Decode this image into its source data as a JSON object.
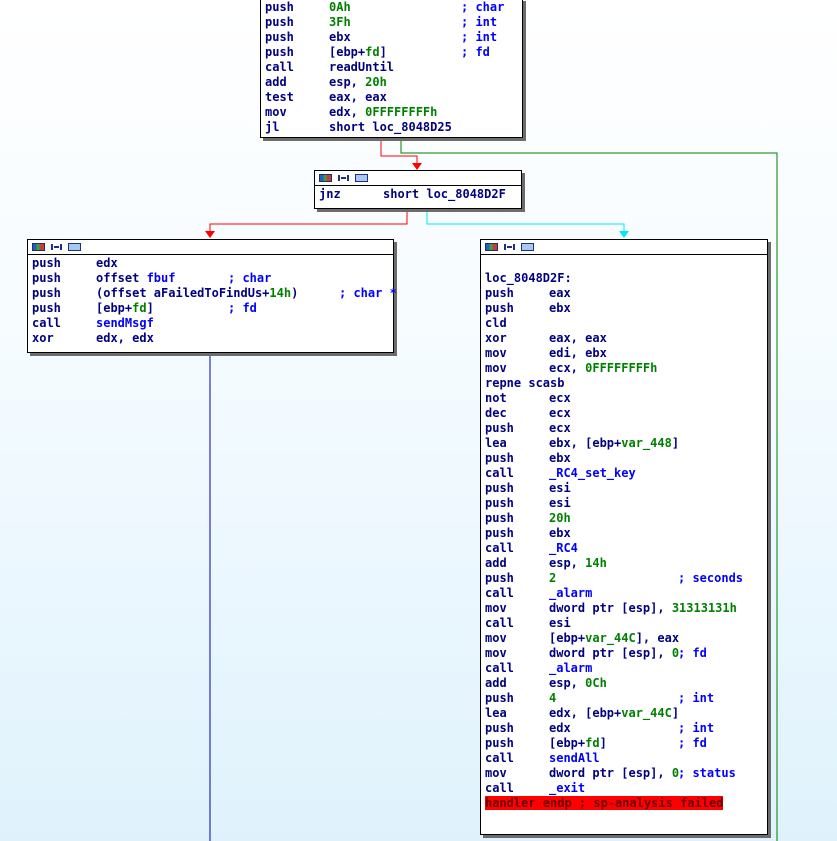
{
  "colors": {
    "red_edge": "#ff0000",
    "green_edge": "#008000",
    "cyan_edge": "#00ffff",
    "blue_edge": "#0000c0",
    "highlight": "#ff0000"
  },
  "header_icons": [
    "graph-overview-icon",
    "collapse-arrows-icon",
    "comment-icon"
  ],
  "blocks": {
    "top": {
      "lines": [
        {
          "m": "push",
          "o": [
            {
              "t": "0Ah",
              "c": "num"
            }
          ],
          "cm": "; char"
        },
        {
          "m": "push",
          "o": [
            {
              "t": "3Fh",
              "c": "num"
            }
          ],
          "cm": "; int"
        },
        {
          "m": "push",
          "o": [
            {
              "t": "ebx",
              "c": "op"
            }
          ],
          "cm": "; int"
        },
        {
          "m": "push",
          "o": [
            {
              "t": "[ebp+",
              "c": "op"
            },
            {
              "t": "fd",
              "c": "num"
            },
            {
              "t": "]",
              "c": "op"
            }
          ],
          "cm": "; fd"
        },
        {
          "m": "call",
          "o": [
            {
              "t": "readUntil",
              "c": "op"
            }
          ],
          "cm": ""
        },
        {
          "m": "add",
          "o": [
            {
              "t": "esp, ",
              "c": "op"
            },
            {
              "t": "20h",
              "c": "num"
            }
          ],
          "cm": ""
        },
        {
          "m": "test",
          "o": [
            {
              "t": "eax, eax",
              "c": "op"
            }
          ],
          "cm": ""
        },
        {
          "m": "mov",
          "o": [
            {
              "t": "edx, ",
              "c": "op"
            },
            {
              "t": "0FFFFFFFFh",
              "c": "num"
            }
          ],
          "cm": ""
        },
        {
          "m": "jl",
          "o": [
            {
              "t": "short loc_8048D25",
              "c": "op"
            }
          ],
          "cm": ""
        }
      ]
    },
    "jnz": {
      "lines": [
        {
          "m": "jnz",
          "o": [
            {
              "t": "short loc_8048D2F",
              "c": "op"
            }
          ],
          "cm": ""
        }
      ]
    },
    "left": {
      "lines": [
        {
          "m": "push",
          "o": [
            {
              "t": "edx",
              "c": "op"
            }
          ],
          "cm": ""
        },
        {
          "m": "push",
          "o": [
            {
              "t": "offset ",
              "c": "op"
            },
            {
              "t": "fbuf",
              "c": "cmt"
            }
          ],
          "cm": "; char"
        },
        {
          "m": "push",
          "o": [
            {
              "t": "(offset aFailedToFindUs+",
              "c": "op"
            },
            {
              "t": "14h",
              "c": "num"
            },
            {
              "t": ")",
              "c": "op"
            }
          ],
          "cm": "; char *"
        },
        {
          "m": "push",
          "o": [
            {
              "t": "[ebp+",
              "c": "op"
            },
            {
              "t": "fd",
              "c": "num"
            },
            {
              "t": "]",
              "c": "op"
            }
          ],
          "cm": "; fd"
        },
        {
          "m": "call",
          "o": [
            {
              "t": "sendMsgf",
              "c": "cmt"
            }
          ],
          "cm": ""
        },
        {
          "m": "xor",
          "o": [
            {
              "t": "edx, edx",
              "c": "op"
            }
          ],
          "cm": ""
        }
      ]
    },
    "right": {
      "label": "loc_8048D2F:",
      "lines": [
        {
          "m": "push",
          "o": [
            {
              "t": "eax",
              "c": "op"
            }
          ],
          "cm": ""
        },
        {
          "m": "push",
          "o": [
            {
              "t": "ebx",
              "c": "op"
            }
          ],
          "cm": ""
        },
        {
          "m": "cld",
          "o": [],
          "cm": ""
        },
        {
          "m": "xor",
          "o": [
            {
              "t": "eax, eax",
              "c": "op"
            }
          ],
          "cm": ""
        },
        {
          "m": "mov",
          "o": [
            {
              "t": "edi, ebx",
              "c": "op"
            }
          ],
          "cm": ""
        },
        {
          "m": "mov",
          "o": [
            {
              "t": "ecx, ",
              "c": "op"
            },
            {
              "t": "0FFFFFFFFh",
              "c": "num"
            }
          ],
          "cm": ""
        },
        {
          "m": "repne scasb",
          "o": [],
          "cm": ""
        },
        {
          "m": "not",
          "o": [
            {
              "t": "ecx",
              "c": "op"
            }
          ],
          "cm": ""
        },
        {
          "m": "dec",
          "o": [
            {
              "t": "ecx",
              "c": "op"
            }
          ],
          "cm": ""
        },
        {
          "m": "push",
          "o": [
            {
              "t": "ecx",
              "c": "op"
            }
          ],
          "cm": ""
        },
        {
          "m": "lea",
          "o": [
            {
              "t": "ebx, [ebp+",
              "c": "op"
            },
            {
              "t": "var_448",
              "c": "num"
            },
            {
              "t": "]",
              "c": "op"
            }
          ],
          "cm": ""
        },
        {
          "m": "push",
          "o": [
            {
              "t": "ebx",
              "c": "op"
            }
          ],
          "cm": ""
        },
        {
          "m": "call",
          "o": [
            {
              "t": "_RC4_set_key",
              "c": "cmt"
            }
          ],
          "cm": ""
        },
        {
          "m": "push",
          "o": [
            {
              "t": "esi",
              "c": "op"
            }
          ],
          "cm": ""
        },
        {
          "m": "push",
          "o": [
            {
              "t": "esi",
              "c": "op"
            }
          ],
          "cm": ""
        },
        {
          "m": "push",
          "o": [
            {
              "t": "20h",
              "c": "num"
            }
          ],
          "cm": ""
        },
        {
          "m": "push",
          "o": [
            {
              "t": "ebx",
              "c": "op"
            }
          ],
          "cm": ""
        },
        {
          "m": "call",
          "o": [
            {
              "t": "_RC4",
              "c": "cmt"
            }
          ],
          "cm": ""
        },
        {
          "m": "add",
          "o": [
            {
              "t": "esp, ",
              "c": "op"
            },
            {
              "t": "14h",
              "c": "num"
            }
          ],
          "cm": ""
        },
        {
          "m": "push",
          "o": [
            {
              "t": "2",
              "c": "num"
            }
          ],
          "cm": "; seconds"
        },
        {
          "m": "call",
          "o": [
            {
              "t": "_alarm",
              "c": "cmt"
            }
          ],
          "cm": ""
        },
        {
          "m": "mov",
          "o": [
            {
              "t": "dword ptr [esp], ",
              "c": "op"
            },
            {
              "t": "31313131h",
              "c": "num"
            }
          ],
          "cm": ""
        },
        {
          "m": "call",
          "o": [
            {
              "t": "esi",
              "c": "op"
            }
          ],
          "cm": ""
        },
        {
          "m": "mov",
          "o": [
            {
              "t": "[ebp+",
              "c": "op"
            },
            {
              "t": "var_44C",
              "c": "num"
            },
            {
              "t": "], eax",
              "c": "op"
            }
          ],
          "cm": ""
        },
        {
          "m": "mov",
          "o": [
            {
              "t": "dword ptr [esp], ",
              "c": "op"
            },
            {
              "t": "0",
              "c": "num"
            }
          ],
          "cm": "; fd"
        },
        {
          "m": "call",
          "o": [
            {
              "t": "_alarm",
              "c": "cmt"
            }
          ],
          "cm": ""
        },
        {
          "m": "add",
          "o": [
            {
              "t": "esp, ",
              "c": "op"
            },
            {
              "t": "0Ch",
              "c": "num"
            }
          ],
          "cm": ""
        },
        {
          "m": "push",
          "o": [
            {
              "t": "4",
              "c": "num"
            }
          ],
          "cm": "; int"
        },
        {
          "m": "lea",
          "o": [
            {
              "t": "edx, [ebp+",
              "c": "op"
            },
            {
              "t": "var_44C",
              "c": "num"
            },
            {
              "t": "]",
              "c": "op"
            }
          ],
          "cm": ""
        },
        {
          "m": "push",
          "o": [
            {
              "t": "edx",
              "c": "op"
            }
          ],
          "cm": "; int"
        },
        {
          "m": "push",
          "o": [
            {
              "t": "[ebp+",
              "c": "op"
            },
            {
              "t": "fd",
              "c": "num"
            },
            {
              "t": "]",
              "c": "op"
            }
          ],
          "cm": "; fd"
        },
        {
          "m": "call",
          "o": [
            {
              "t": "sendAll",
              "c": "cmt"
            }
          ],
          "cm": ""
        },
        {
          "m": "mov",
          "o": [
            {
              "t": "dword ptr [esp], ",
              "c": "op"
            },
            {
              "t": "0",
              "c": "num"
            }
          ],
          "cm": "; status"
        },
        {
          "m": "call",
          "o": [
            {
              "t": "_exit",
              "c": "cmt"
            }
          ],
          "cm": ""
        }
      ],
      "error_line": "handler endp ; sp-analysis failed"
    }
  }
}
